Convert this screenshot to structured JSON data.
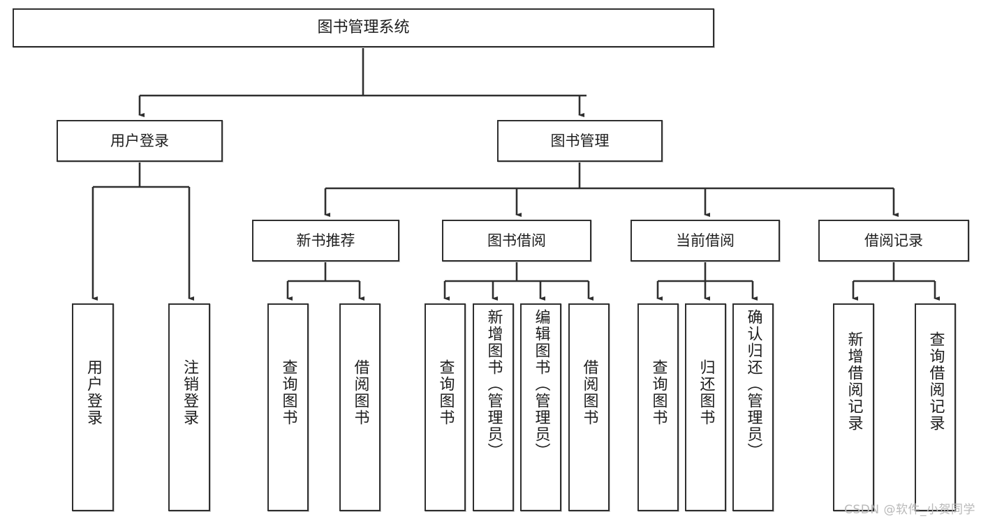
{
  "diagram": {
    "type": "tree-hierarchy-functional-decomposition",
    "root": {
      "id": "root",
      "label": "图书管理系统"
    },
    "level2": [
      {
        "id": "user-login",
        "label": "用户登录"
      },
      {
        "id": "book-management",
        "label": "图书管理"
      }
    ],
    "level3": [
      {
        "id": "new-book-recommend",
        "label": "新书推荐",
        "parent": "book-management"
      },
      {
        "id": "book-borrow",
        "label": "图书借阅",
        "parent": "book-management"
      },
      {
        "id": "current-borrow",
        "label": "当前借阅",
        "parent": "book-management"
      },
      {
        "id": "borrow-record",
        "label": "借阅记录",
        "parent": "book-management"
      }
    ],
    "leaves": [
      {
        "id": "leaf-user-login",
        "label": "用户登录",
        "parent": "user-login"
      },
      {
        "id": "leaf-logout-login",
        "label": "注销登录",
        "parent": "user-login"
      },
      {
        "id": "leaf-query-book-1",
        "label": "查询图书",
        "parent": "new-book-recommend"
      },
      {
        "id": "leaf-borrow-book-1",
        "label": "借阅图书",
        "parent": "new-book-recommend"
      },
      {
        "id": "leaf-query-book-2",
        "label": "查询图书",
        "parent": "book-borrow"
      },
      {
        "id": "leaf-add-book",
        "label": "新增图书（管理员）",
        "parent": "book-borrow"
      },
      {
        "id": "leaf-edit-book",
        "label": "编辑图书（管理员）",
        "parent": "book-borrow"
      },
      {
        "id": "leaf-borrow-book-2",
        "label": "借阅图书",
        "parent": "book-borrow"
      },
      {
        "id": "leaf-query-book-3",
        "label": "查询图书",
        "parent": "current-borrow"
      },
      {
        "id": "leaf-return-book",
        "label": "归还图书",
        "parent": "current-borrow"
      },
      {
        "id": "leaf-confirm-return",
        "label": "确认归还（管理员）",
        "parent": "current-borrow"
      },
      {
        "id": "leaf-add-borrow-record",
        "label": "新增借阅记录",
        "parent": "borrow-record"
      },
      {
        "id": "leaf-query-borrow-record",
        "label": "查询借阅记录",
        "parent": "borrow-record"
      }
    ],
    "colors": {
      "box_border": "#2f2f2f",
      "box_fill": "#ffffff",
      "connector": "#2f2f2f",
      "text": "#1d1d1d",
      "watermark": "#b9b9b9",
      "background": "#ffffff"
    }
  },
  "watermark": {
    "text": "CSDN @软件_小贺同学"
  }
}
